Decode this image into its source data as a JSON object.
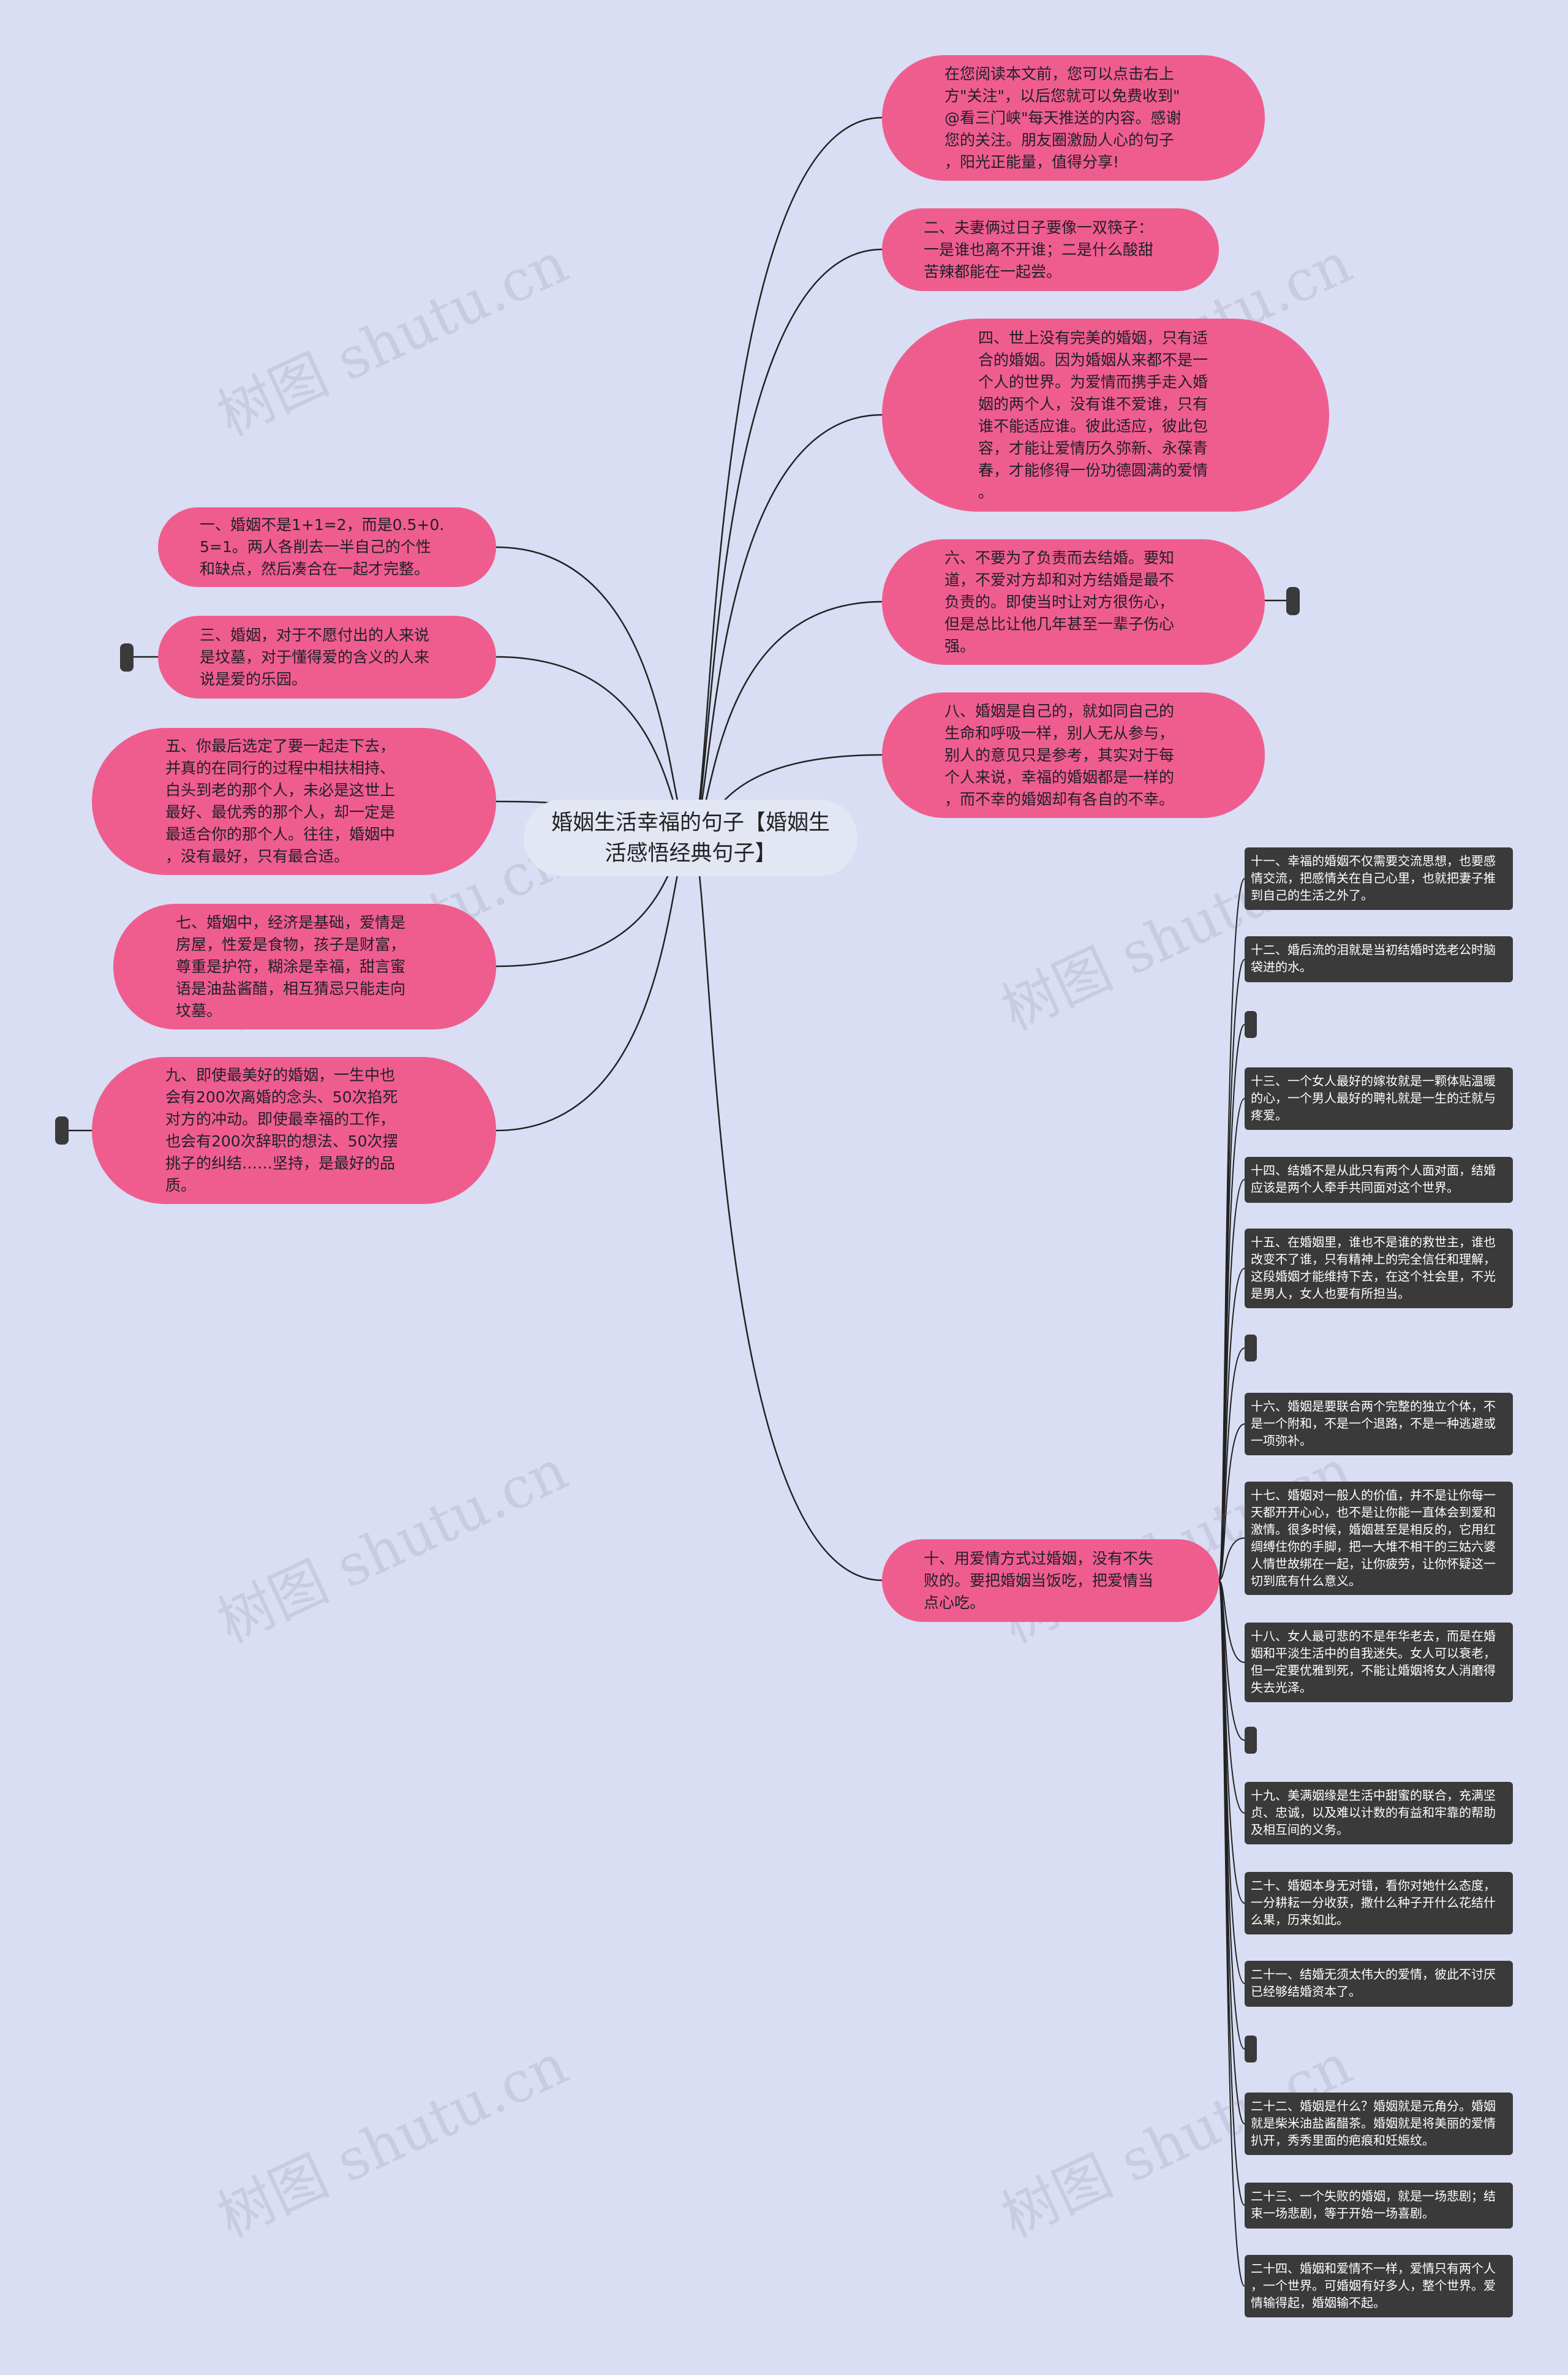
{
  "watermark": "树图 shutu.cn",
  "center": "婚姻生活幸福的句子【婚姻生活感悟经典句子】",
  "left_nodes": [
    "一、婚姻不是1+1=2，而是0.5+0.\n5=1。两人各削去一半自己的个性\n和缺点，然后凑合在一起才完整。",
    "三、婚姻，对于不愿付出的人来说\n是坟墓，对于懂得爱的含义的人来\n说是爱的乐园。",
    "五、你最后选定了要一起走下去，\n并真的在同行的过程中相扶相持、\n白头到老的那个人，未必是这世上\n最好、最优秀的那个人，却一定是\n最适合你的那个人。往往，婚姻中\n，没有最好，只有最合适。",
    "七、婚姻中，经济是基础，爱情是\n房屋，性爱是食物，孩子是财富，\n尊重是护符，糊涂是幸福，甜言蜜\n语是油盐酱醋，相互猜忌只能走向\n坟墓。",
    "九、即使最美好的婚姻，一生中也\n会有200次离婚的念头、50次掐死\n对方的冲动。即使最幸福的工作，\n也会有200次辞职的想法、50次摆\n挑子的纠结……坚持，是最好的品\n质。"
  ],
  "right_nodes": [
    "在您阅读本文前，您可以点击右上\n方\"关注\"，以后您就可以免费收到\"\n@看三门峡\"每天推送的内容。感谢\n您的关注。朋友圈激励人心的句子\n，阳光正能量，值得分享!",
    "二、夫妻俩过日子要像一双筷子：\n一是谁也离不开谁；二是什么酸甜\n苦辣都能在一起尝。",
    "四、世上没有完美的婚姻，只有适\n合的婚姻。因为婚姻从来都不是一\n个人的世界。为爱情而携手走入婚\n姻的两个人，没有谁不爱谁，只有\n谁不能适应谁。彼此适应，彼此包\n容，才能让爱情历久弥新、永葆青\n春，才能修得一份功德圆满的爱情\n。",
    "六、不要为了负责而去结婚。要知\n道，不爱对方却和对方结婚是最不\n负责的。即使当时让对方很伤心，\n但是总比让他几年甚至一辈子伤心\n强。",
    "八、婚姻是自己的，就如同自己的\n生命和呼吸一样，别人无从参与，\n别人的意见只是参考，其实对于每\n个人来说，幸福的婚姻都是一样的\n，而不幸的婚姻却有各自的不幸。",
    "十、用爱情方式过婚姻，没有不失\n败的。要把婚姻当饭吃，把爱情当\n点心吃。"
  ],
  "sub_nodes": [
    "十一、幸福的婚姻不仅需要交流思想，也要感\n情交流，把感情关在自己心里，也就把妻子推\n到自己的生活之外了。",
    "十二、婚后流的泪就是当初结婚时选老公时脑\n袋进的水。",
    "",
    "十三、一个女人最好的嫁妆就是一颗体贴温暖\n的心，一个男人最好的聘礼就是一生的迁就与\n疼爱。",
    "十四、结婚不是从此只有两个人面对面，结婚\n应该是两个人牵手共同面对这个世界。",
    "十五、在婚姻里，谁也不是谁的救世主，谁也\n改变不了谁，只有精神上的完全信任和理解，\n这段婚姻才能维持下去，在这个社会里，不光\n是男人，女人也要有所担当。",
    "",
    "十六、婚姻是要联合两个完整的独立个体，不\n是一个附和，不是一个退路，不是一种逃避或\n一项弥补。",
    "十七、婚姻对一般人的价值，并不是让你每一\n天都开开心心，也不是让你能一直体会到爱和\n激情。很多时候，婚姻甚至是相反的，它用红\n绸缚住你的手脚，把一大堆不相干的三姑六婆\n人情世故绑在一起，让你疲劳，让你怀疑这一\n切到底有什么意义。",
    "十八、女人最可悲的不是年华老去，而是在婚\n姻和平淡生活中的自我迷失。女人可以衰老，\n但一定要优雅到死，不能让婚姻将女人消磨得\n失去光泽。",
    "",
    "十九、美满姻缘是生活中甜蜜的联合，充满坚\n贞、忠诚，以及难以计数的有益和牢靠的帮助\n及相互间的义务。",
    "二十、婚姻本身无对错，看你对她什么态度，\n一分耕耘一分收获，撒什么种子开什么花结什\n么果，历来如此。",
    "二十一、结婚无须太伟大的爱情，彼此不讨厌\n已经够结婚资本了。",
    "",
    "二十二、婚姻是什么？婚姻就是元角分。婚姻\n就是柴米油盐酱醋茶。婚姻就是将美丽的爱情\n扒开，秀秀里面的疤痕和妊娠纹。",
    "二十三、一个失败的婚姻，就是一场悲剧；结\n束一场悲剧，等于开始一场喜剧。",
    "二十四、婚姻和爱情不一样，爱情只有两个人\n，一个世界。可婚姻有好多人，整个世界。爱\n情输得起，婚姻输不起。"
  ],
  "colors": {
    "background": "#d9def4",
    "pink": "#ef5d8e",
    "dark": "#3a3a3a",
    "line": "#222222"
  }
}
